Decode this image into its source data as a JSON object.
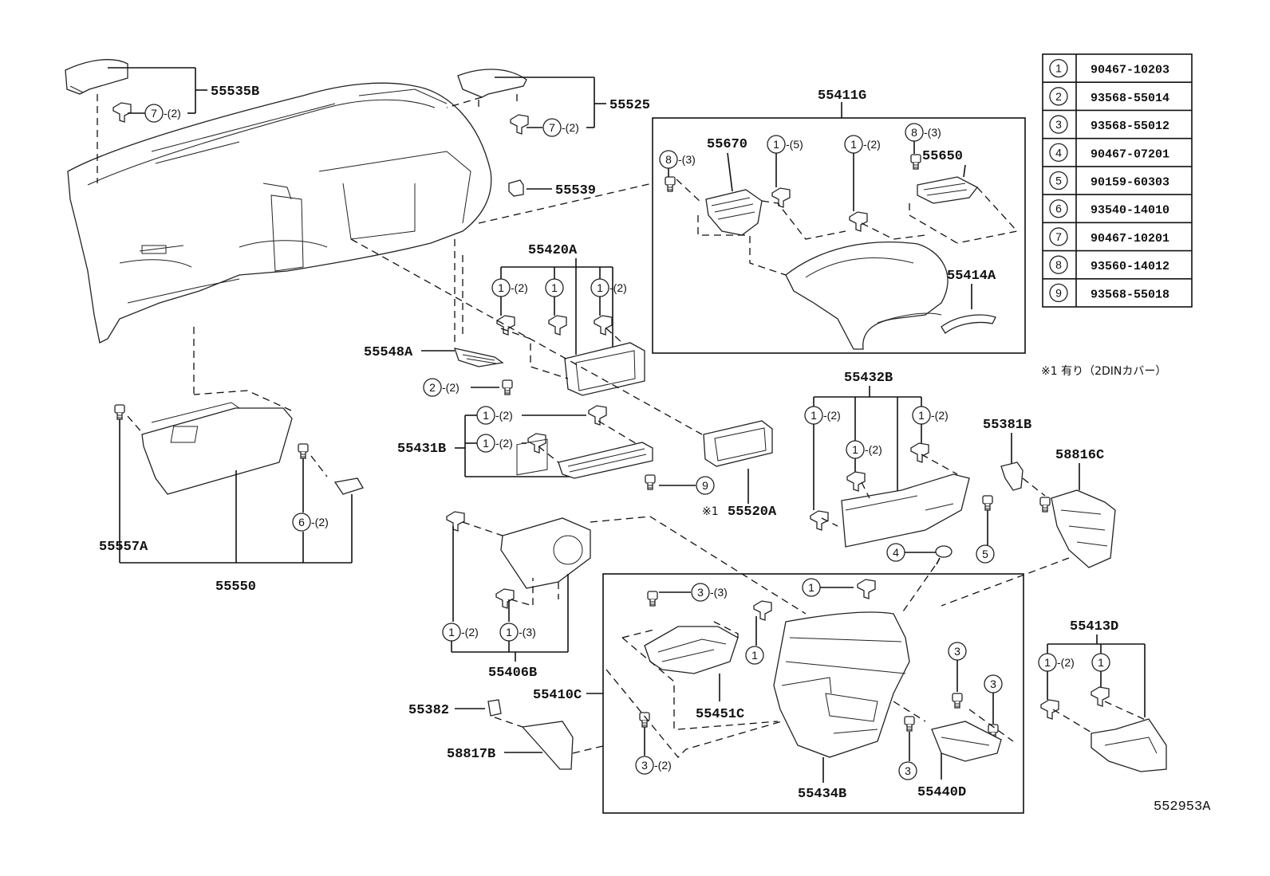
{
  "labels": {
    "p55535B": "55535B",
    "p55525": "55525",
    "p55539": "55539",
    "p55411G": "55411G",
    "p55670": "55670",
    "p55650": "55650",
    "p55420A": "55420A",
    "p55414A": "55414A",
    "p55548A": "55548A",
    "p55431B": "55431B",
    "p55520A": "55520A",
    "p55432B": "55432B",
    "p55381B": "55381B",
    "p58816C": "58816C",
    "p55557A": "55557A",
    "p55550": "55550",
    "p55406B": "55406B",
    "p55410C": "55410C",
    "p55451C": "55451C",
    "p55382": "55382",
    "p58817B": "58817B",
    "p55434B": "55434B",
    "p55440D": "55440D",
    "p55413D": "55413D"
  },
  "qty": {
    "q2": "-(2)",
    "q3": "-(3)",
    "q5": "-(5)"
  },
  "refs": [
    "1",
    "2",
    "3",
    "4",
    "5",
    "6",
    "7",
    "8",
    "9"
  ],
  "note_marker": "※1",
  "table": {
    "rows": [
      {
        "num": "1",
        "part": "90467-10203"
      },
      {
        "num": "2",
        "part": "93568-55014"
      },
      {
        "num": "3",
        "part": "93568-55012"
      },
      {
        "num": "4",
        "part": "90467-07201"
      },
      {
        "num": "5",
        "part": "90159-60303"
      },
      {
        "num": "6",
        "part": "93540-14010"
      },
      {
        "num": "7",
        "part": "90467-10201"
      },
      {
        "num": "8",
        "part": "93560-14012"
      },
      {
        "num": "9",
        "part": "93568-55018"
      }
    ],
    "note": "※1 有り（2DINカバー）"
  },
  "diagram_id": "552953A"
}
